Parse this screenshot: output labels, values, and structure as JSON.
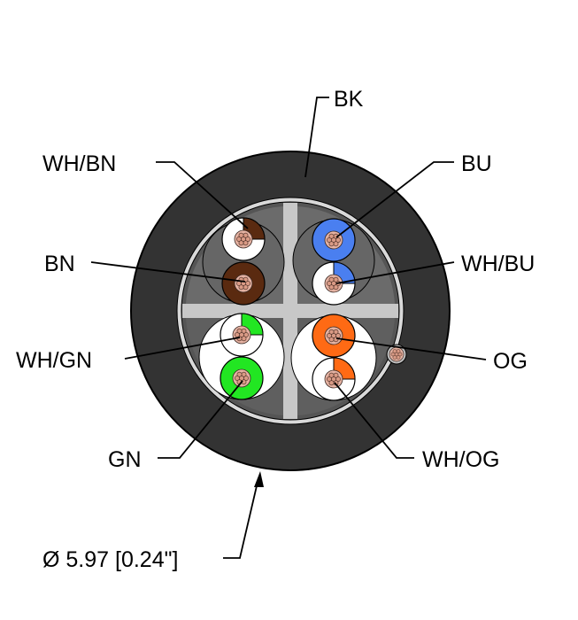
{
  "labels": {
    "jacket": "BK",
    "wh_bn": "WH/BN",
    "bn": "BN",
    "wh_gn": "WH/GN",
    "gn": "GN",
    "bu": "BU",
    "wh_bu": "WH/BU",
    "og": "OG",
    "wh_og": "WH/OG",
    "diameter": "Ø 5.97 [0.24\"]"
  },
  "colors": {
    "jacket": "#333333",
    "filler": "#6b6b6b",
    "filler_dark": "#555555",
    "separator": "#c8c8c8",
    "white": "#ffffff",
    "brown": "#5a2a10",
    "blue": "#4a7ff0",
    "green": "#22e622",
    "orange": "#ff6a14",
    "copper": "#d99a85"
  }
}
